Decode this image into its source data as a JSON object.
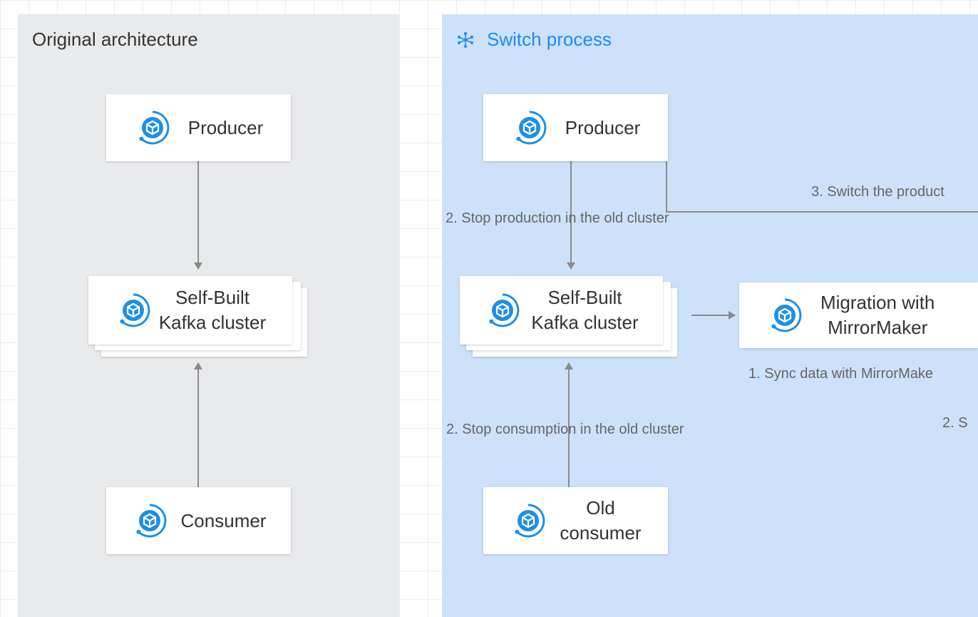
{
  "left_panel": {
    "title": "Original architecture"
  },
  "right_panel": {
    "title": "Switch process",
    "title_icon": "network-icon"
  },
  "nodes": {
    "producer_left": {
      "label": "Producer",
      "icon": "kafka-service-icon"
    },
    "kafka_left": {
      "label_line1": "Self-Built",
      "label_line2": "Kafka cluster",
      "icon": "kafka-service-icon"
    },
    "consumer_left": {
      "label": "Consumer",
      "icon": "kafka-service-icon"
    },
    "producer_right": {
      "label": "Producer",
      "icon": "kafka-service-icon"
    },
    "kafka_right": {
      "label_line1": "Self-Built",
      "label_line2": "Kafka cluster",
      "icon": "kafka-service-icon"
    },
    "migration": {
      "label_line1": "Migration with",
      "label_line2": "MirrorMaker",
      "icon": "kafka-service-icon"
    },
    "old_consumer": {
      "label_line1": "Old",
      "label_line2": "consumer",
      "icon": "kafka-service-icon"
    }
  },
  "edge_labels": {
    "stop_production": "2. Stop production in the old cluster",
    "switch_producer": "3. Switch the product",
    "sync_data": "1. Sync data with MirrorMake",
    "stop_consumption": "2. Stop consumption in the old cluster",
    "step_two_partial": "2. S"
  },
  "colors": {
    "left_panel_bg": "#e9eaec",
    "right_panel_bg": "#cde1fb",
    "accent": "#1a8cf0",
    "icon_blue": "#1e8fe8",
    "line": "#888888"
  }
}
